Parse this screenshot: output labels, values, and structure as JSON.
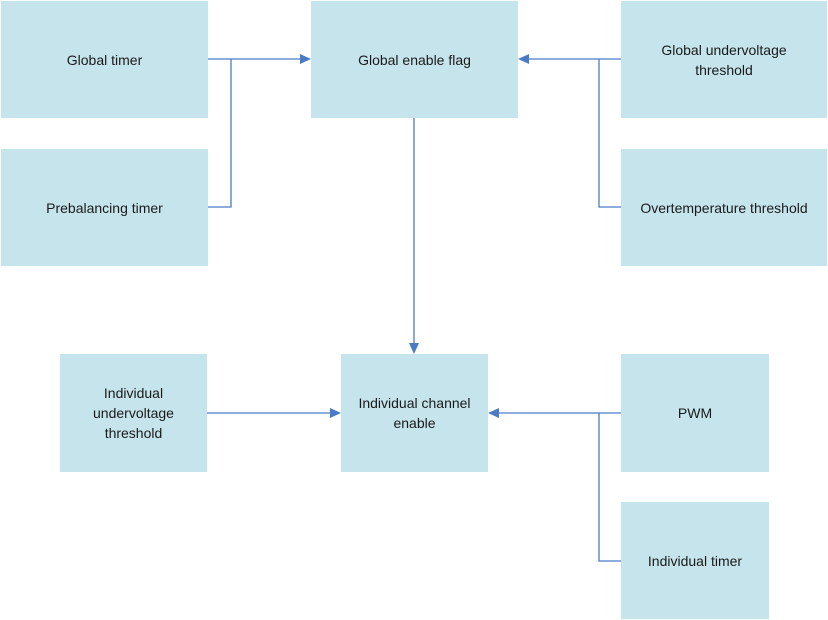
{
  "diagram": {
    "nodes": [
      {
        "id": "global-timer",
        "label": "Global timer"
      },
      {
        "id": "global-enable-flag",
        "label": "Global enable flag"
      },
      {
        "id": "global-undervoltage-threshold",
        "label": "Global undervoltage\nthreshold"
      },
      {
        "id": "prebalancing-timer",
        "label": "Prebalancing timer"
      },
      {
        "id": "overtemperature-threshold",
        "label": "Overtemperature threshold"
      },
      {
        "id": "individual-undervoltage-threshold",
        "label": "Individual\nundervoltage\nthreshold"
      },
      {
        "id": "individual-channel-enable",
        "label": "Individual channel\nenable"
      },
      {
        "id": "pwm",
        "label": "PWM"
      },
      {
        "id": "individual-timer",
        "label": "Individual timer"
      }
    ],
    "edges": [
      {
        "from": "global-timer",
        "to": "global-enable-flag"
      },
      {
        "from": "prebalancing-timer",
        "to": "global-enable-flag"
      },
      {
        "from": "global-undervoltage-threshold",
        "to": "global-enable-flag"
      },
      {
        "from": "overtemperature-threshold",
        "to": "global-enable-flag"
      },
      {
        "from": "global-enable-flag",
        "to": "individual-channel-enable"
      },
      {
        "from": "individual-undervoltage-threshold",
        "to": "individual-channel-enable"
      },
      {
        "from": "pwm",
        "to": "individual-channel-enable"
      },
      {
        "from": "individual-timer",
        "to": "individual-channel-enable"
      }
    ],
    "colors": {
      "node_fill": "#c5e4ec",
      "edge": "#4a7cc4"
    }
  }
}
